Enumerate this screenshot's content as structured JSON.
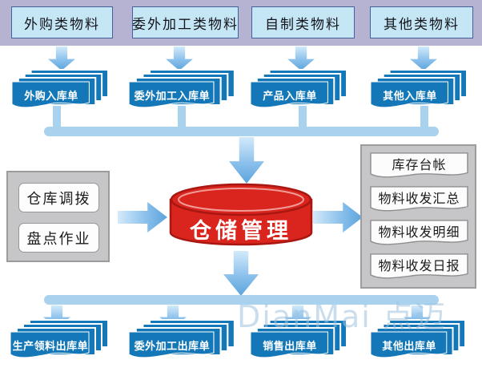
{
  "top_band": {
    "materials": [
      {
        "label": "外购类物料"
      },
      {
        "label": "委外加工类物料"
      },
      {
        "label": "自制类物料"
      },
      {
        "label": "其他类物料"
      }
    ]
  },
  "inbound_docs": [
    {
      "label": "外购入库单"
    },
    {
      "label": "委外加工入库单"
    },
    {
      "label": "产品入库单"
    },
    {
      "label": "其他入库单"
    }
  ],
  "left_panel": {
    "items": [
      {
        "label": "仓库调拨"
      },
      {
        "label": "盘点作业"
      }
    ]
  },
  "center": {
    "label": "仓储管理"
  },
  "right_panel": {
    "items": [
      {
        "label": "库存台帐"
      },
      {
        "label": "物料收发汇总"
      },
      {
        "label": "物料收发明细"
      },
      {
        "label": "物料收发日报"
      }
    ]
  },
  "outbound_docs": [
    {
      "label": "生产领料出库单"
    },
    {
      "label": "委外加工出库单"
    },
    {
      "label": "销售出库单"
    },
    {
      "label": "其他出库单"
    }
  ],
  "watermark": "DianMai 点迈",
  "colors": {
    "band_lavender": "#b6b2d2",
    "material_box_blue": "#c5e6f5",
    "document_blue": "#1478b8",
    "connector_blue": "#a8d2ee",
    "arrow_blue": "#5ba4dc",
    "cylinder_red": "#d9251d",
    "panel_gray": "#c6c6c8"
  }
}
